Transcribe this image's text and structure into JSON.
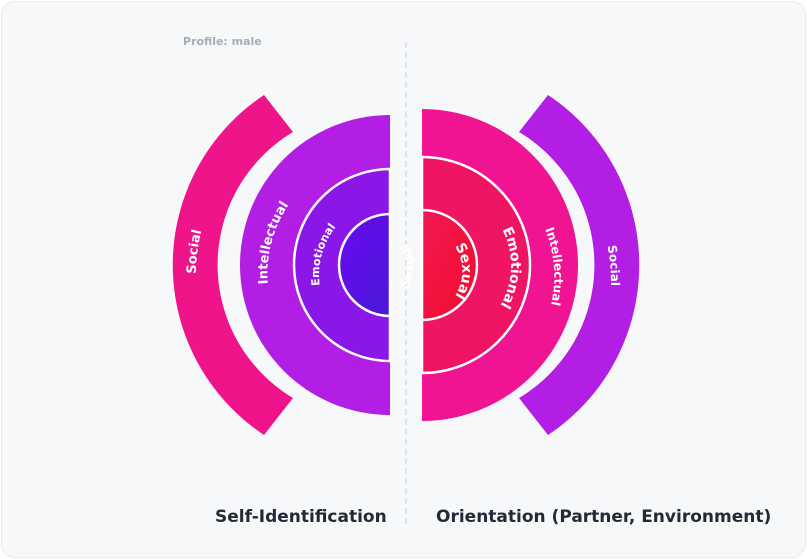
{
  "profile": "Profile: male",
  "left_title": "Self-Identification",
  "right_title": "Orientation (Partner, Environment)",
  "left_layers": {
    "sexual": "Sexual",
    "emotional": "Emotional",
    "intellectual": "Intellectual",
    "social": "Social"
  },
  "right_layers": {
    "sexual": "Sexual",
    "emotional": "Emotional",
    "intellectual": "Intellectual",
    "social": "Social"
  },
  "colors": {
    "left_sexual": "#6a08f0",
    "left_emotional": "#8a16e8",
    "left_intellectual": "#b21ee4",
    "left_social": "#f0148a",
    "right_sexual": "#f5133e",
    "right_emotional": "#f01464",
    "right_intellectual": "#f01492",
    "right_social": "#b21ee4"
  }
}
